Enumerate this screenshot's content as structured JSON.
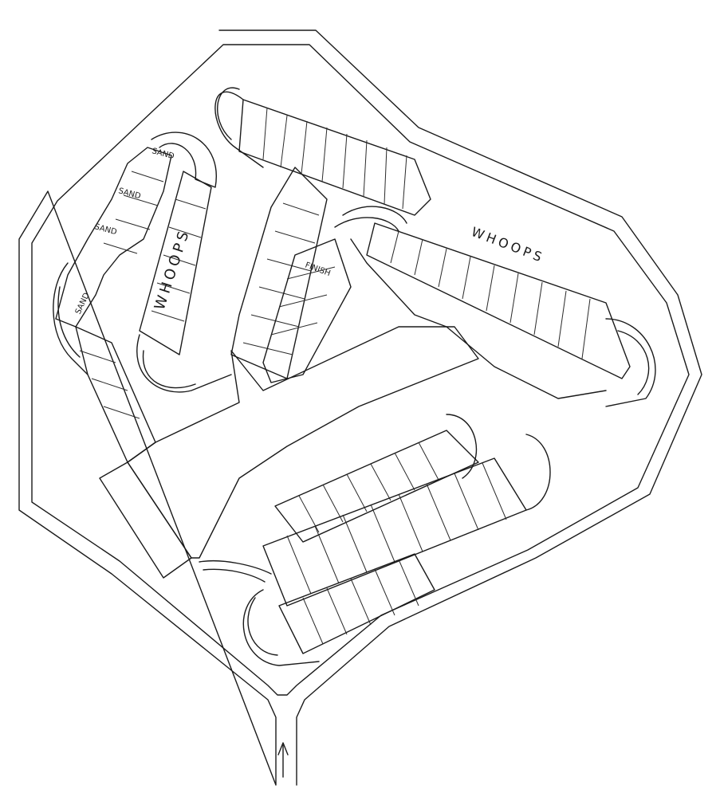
{
  "labels": {
    "whoops_1": "WHOOPS",
    "whoops_2": "WHOOPS",
    "finish": "FINISH",
    "sand_1": "SAND",
    "sand_2": "SAND",
    "sand_3": "SAND",
    "sand_4": "SAND"
  }
}
